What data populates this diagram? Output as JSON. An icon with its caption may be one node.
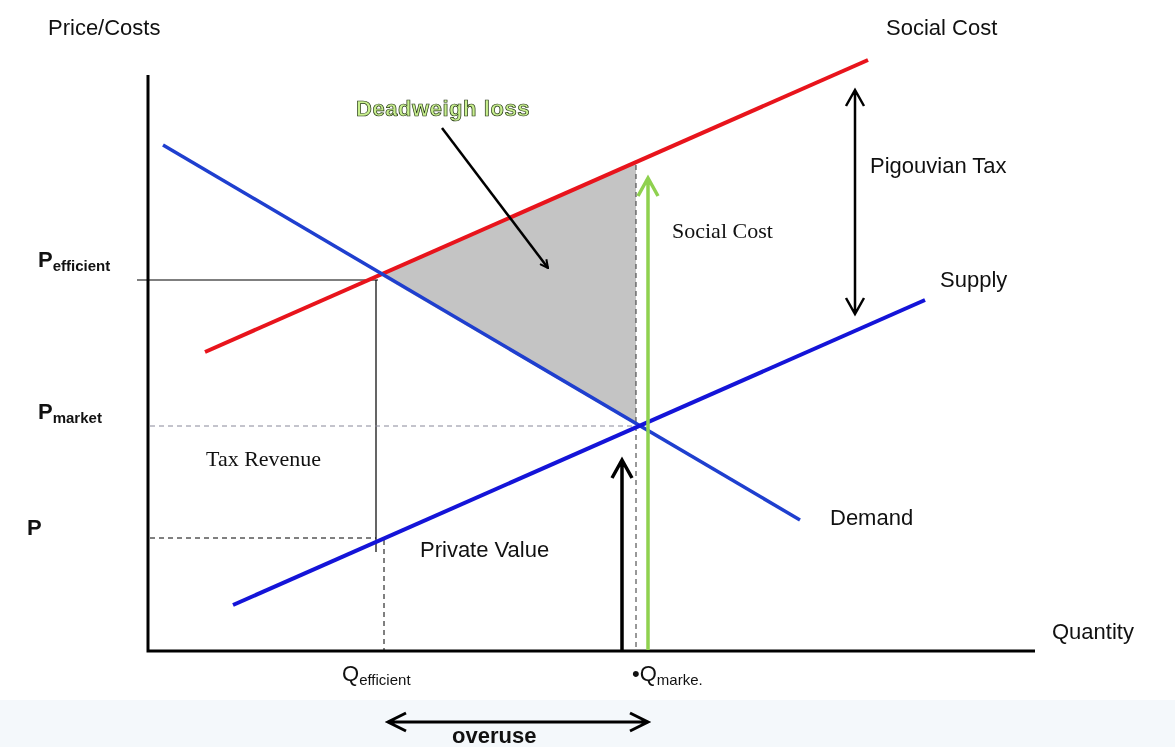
{
  "diagram": {
    "nodes": [
      {
        "text": [
          "Deadweigh loss"
        ]
      },
      {
        "text": [],
        "shape": "triangle"
      }
    ],
    "edges": [
      {
        "from": 0,
        "to": 1,
        "arrow": "to"
      }
    ],
    "labels": [
      "Price/Costs",
      "Social Cost",
      "Pigouvian Tax",
      "Social Cost",
      "P$_{efficient}$",
      "Supply",
      "P$_{market}$",
      "Tax Revenue",
      "Demand",
      "P",
      "Private Value",
      "Quantity",
      "Q$_{efficient}$",
      "•Q$_{marke.}$",
      "overuse"
    ]
  }
}
